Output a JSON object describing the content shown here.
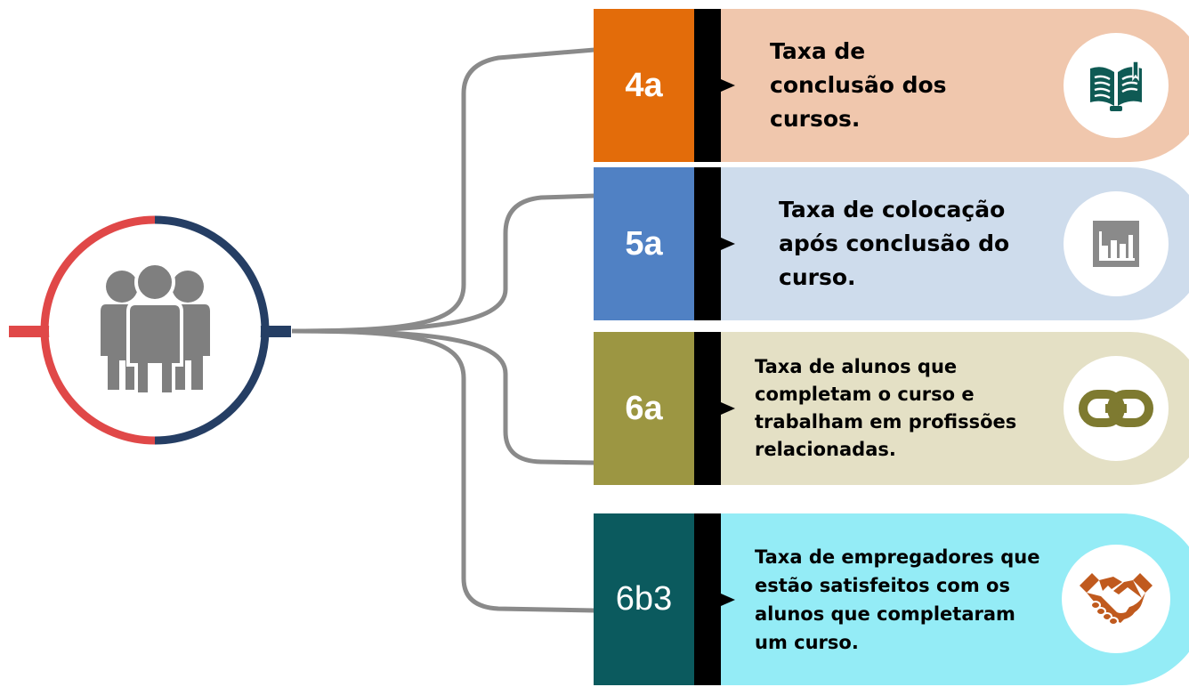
{
  "rows": [
    {
      "code": "4a",
      "text": "Taxa de conclusão dos cursos.",
      "code_color": "#E36C0A",
      "pill_color": "#F0C7AD",
      "icon": "open-book-icon",
      "icon_color": "#0F5A54"
    },
    {
      "code": "5a",
      "text": "Taxa de colocação após conclusão do curso.",
      "code_color": "#5081C4",
      "pill_color": "#CEDCEC",
      "icon": "bar-chart-icon",
      "icon_color": "#8A8A8A"
    },
    {
      "code": "6a",
      "text": "Taxa de alunos que completam o curso e trabalham em profissões relacionadas.",
      "code_color": "#9C9642",
      "pill_color": "#E4E0C5",
      "icon": "chain-link-icon",
      "icon_color": "#7E7A30"
    },
    {
      "code": "6b3",
      "text": "Taxa de empregadores que estão satisfeitos com os alunos que completaram um curso.",
      "code_color": "#0B5A5E",
      "pill_color": "#94ECF6",
      "icon": "handshake-icon",
      "icon_color": "#C05A1E"
    }
  ],
  "hub": {
    "icon": "people-group-icon",
    "left_arc_color": "#E04848",
    "right_arc_color": "#253E64",
    "icon_color": "#7F7F7F",
    "connector_color": "#8A8A8A"
  }
}
